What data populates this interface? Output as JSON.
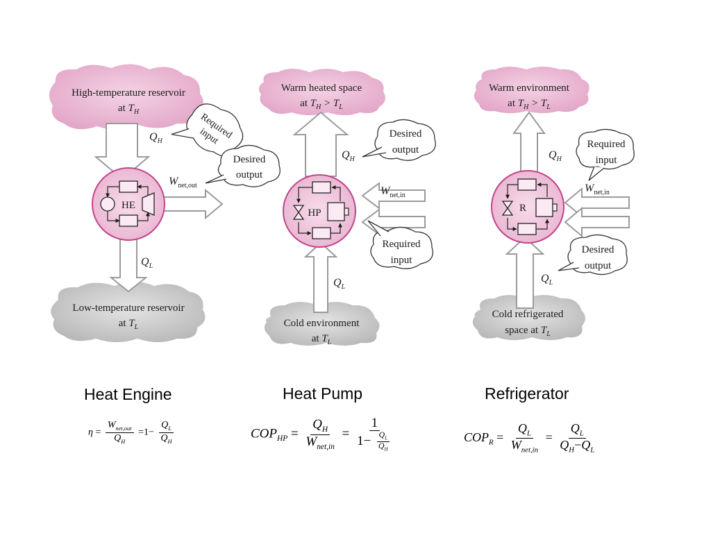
{
  "diagrams": {
    "heat_engine": {
      "top_reservoir": {
        "line1": "High-temperature reservoir",
        "line2_prefix": "at ",
        "line2_var": "T",
        "line2_sub": "H"
      },
      "bottom_reservoir": {
        "line1": "Low-temperature reservoir",
        "line2_prefix": "at ",
        "line2_var": "T",
        "line2_sub": "L"
      },
      "device_label": "HE",
      "q_top": {
        "var": "Q",
        "sub": "H"
      },
      "q_bottom": {
        "var": "Q",
        "sub": "L"
      },
      "work": {
        "var": "W",
        "sub": "net,out"
      },
      "bubble_required": {
        "line1": "Required",
        "line2": "input"
      },
      "bubble_desired": {
        "line1": "Desired",
        "line2": "output"
      }
    },
    "heat_pump": {
      "top_space": {
        "line1": "Warm heated space",
        "line2_prefix": "at ",
        "line2_rest": "T",
        "line2_sub1": "H",
        "line2_mid": " > T",
        "line2_sub2": "L"
      },
      "bottom_space": {
        "line1": "Cold environment",
        "line2_prefix": "at ",
        "line2_var": "T",
        "line2_sub": "L"
      },
      "device_label": "HP",
      "q_top": {
        "var": "Q",
        "sub": "H"
      },
      "q_bottom": {
        "var": "Q",
        "sub": "L"
      },
      "work": {
        "var": "W",
        "sub": "net,in"
      },
      "bubble_desired": {
        "line1": "Desired",
        "line2": "output"
      },
      "bubble_required": {
        "line1": "Required",
        "line2": "input"
      }
    },
    "refrigerator": {
      "top_space": {
        "line1": "Warm environment",
        "line2_prefix": "at ",
        "line2_rest": "T",
        "line2_sub1": "H",
        "line2_mid": " > T",
        "line2_sub2": "L"
      },
      "bottom_space": {
        "line1": "Cold refrigerated",
        "line2_prefix": "space at ",
        "line2_var": "T",
        "line2_sub": "L"
      },
      "device_label": "R",
      "q_top": {
        "var": "Q",
        "sub": "H"
      },
      "q_bottom": {
        "var": "Q",
        "sub": "L"
      },
      "work": {
        "var": "W",
        "sub": "net,in"
      },
      "bubble_required": {
        "line1": "Required",
        "line2": "input"
      },
      "bubble_desired": {
        "line1": "Desired",
        "line2": "output"
      }
    }
  },
  "headings": {
    "heat_engine": "Heat Engine",
    "heat_pump": "Heat Pump",
    "refrigerator": "Refrigerator"
  },
  "formulas": {
    "heat_engine": {
      "lhs": "η",
      "eq": "=",
      "f1_num_var": "W",
      "f1_num_sub": "net,out",
      "f1_den_var": "Q",
      "f1_den_sub": "H",
      "eq2": "=",
      "one": "1",
      "minus": "−",
      "f2_num_var": "Q",
      "f2_num_sub": "L",
      "f2_den_var": "Q",
      "f2_den_sub": "H"
    },
    "heat_pump": {
      "lhs_var": "COP",
      "lhs_sub": "HP",
      "eq": "=",
      "f1_num_var": "Q",
      "f1_num_sub": "H",
      "f1_den_var": "W",
      "f1_den_sub": "net,in",
      "eq2": "=",
      "f2_num": "1",
      "f2_den_one": "1",
      "f2_den_minus": "−",
      "f3_num_var": "Q",
      "f3_num_sub": "L",
      "f3_den_var": "Q",
      "f3_den_sub": "H"
    },
    "refrigerator": {
      "lhs_var": "COP",
      "lhs_sub": "R",
      "eq": "=",
      "f1_num_var": "Q",
      "f1_num_sub": "L",
      "f1_den_var": "W",
      "f1_den_sub": "net,in",
      "eq2": "=",
      "f2_num_var": "Q",
      "f2_num_sub": "L",
      "f2_den_a_var": "Q",
      "f2_den_a_sub": "H",
      "f2_den_minus": "−",
      "f2_den_b_var": "Q",
      "f2_den_b_sub": "L"
    }
  },
  "colors": {
    "hot_cloud": "#e8b4d0",
    "cold_cloud": "#c9c9c9",
    "device_fill": "#efc6df",
    "device_stroke": "#c0448a",
    "arrow_stroke": "#9a9a9a",
    "arrow_fill": "#ffffff"
  }
}
